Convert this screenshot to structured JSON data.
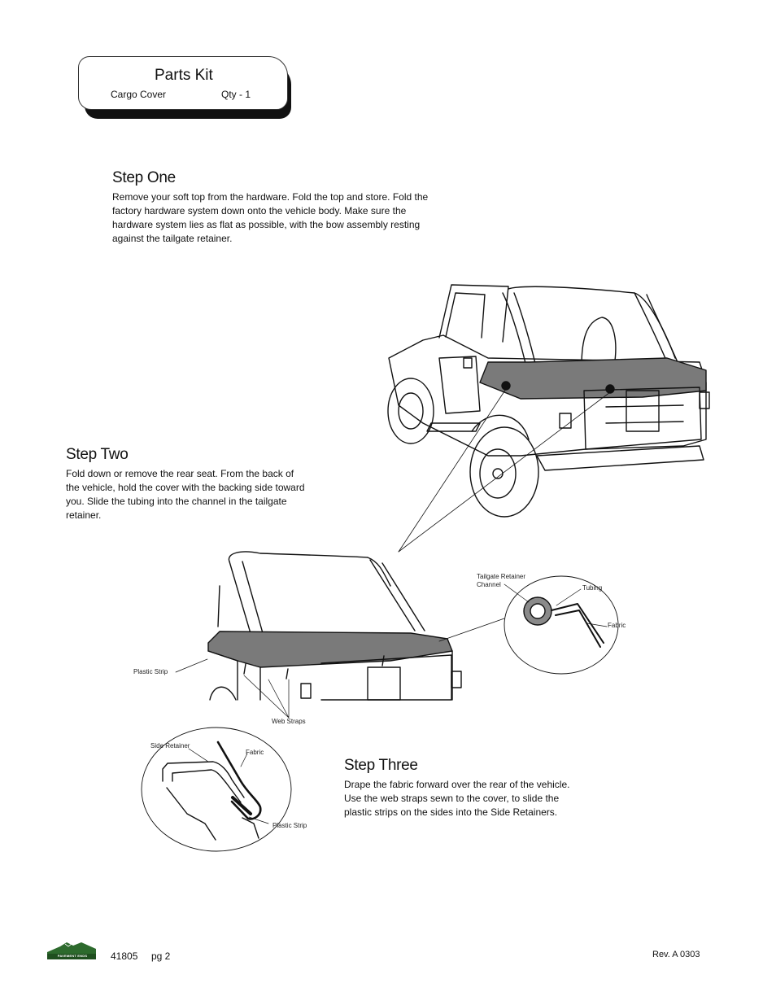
{
  "parts_kit": {
    "title": "Parts Kit",
    "item": "Cargo Cover",
    "qty": "Qty - 1"
  },
  "steps": [
    {
      "title": "Step One",
      "text": "Remove your soft top from the hardware. Fold the top and store. Fold the factory hardware system down onto the vehicle body. Make sure the hardware system lies as flat as possible, with the bow assembly resting against the tailgate retainer."
    },
    {
      "title": "Step Two",
      "text": "Fold down or remove the rear seat. From the back of the vehicle, hold the cover with the backing side toward you. Slide the tubing into the channel in the tailgate retainer."
    },
    {
      "title": "Step Three",
      "text": "Drape the fabric forward over the rear of the vehicle. Use the web straps sewn to the cover, to slide the plastic strips on the sides into the Side Retainers."
    }
  ],
  "callouts": {
    "tailgate_retainer_channel": [
      "Tailgate Retainer",
      "Channel"
    ],
    "tubing": "Tubing",
    "fabric_top": "Fabric",
    "plastic_strip_left": "Plastic Strip",
    "web_straps": "Web Straps",
    "side_retainer": "Side Retainer",
    "fabric_bottom": "Fabric",
    "plastic_strip_bottom": "Plastic Strip"
  },
  "footer": {
    "logo_text": "PAVEMENT ENDS",
    "doc_number": "41805",
    "page": "pg 2",
    "revision": "Rev. A 0303"
  }
}
